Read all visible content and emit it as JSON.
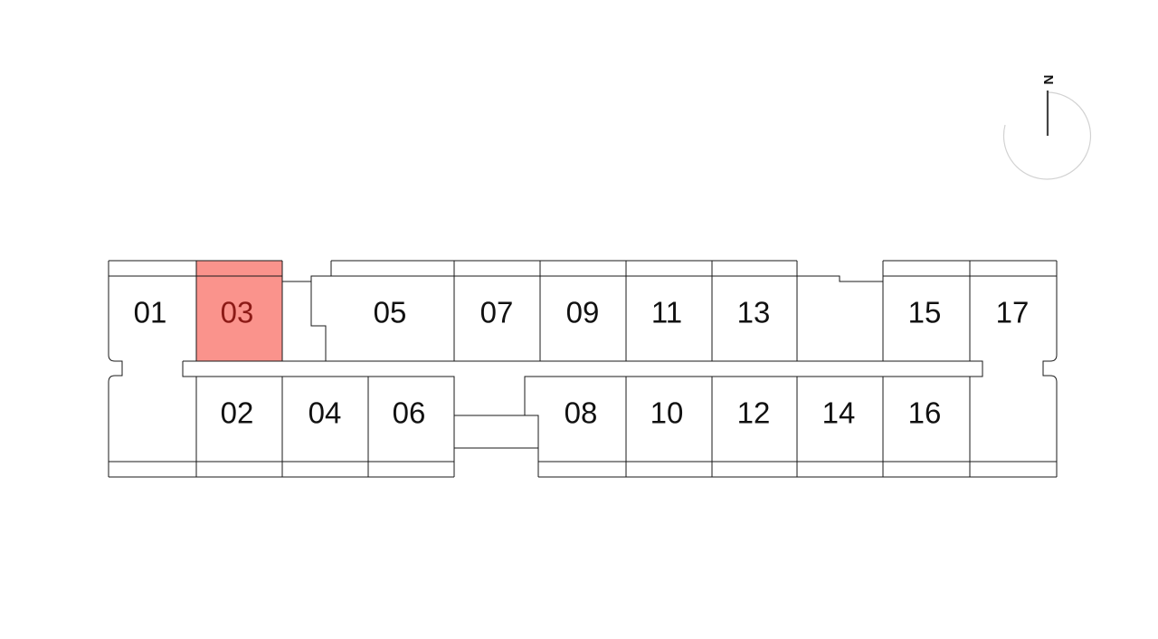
{
  "compass": {
    "north_label": "N",
    "icon": "north-arrow-icon"
  },
  "colors": {
    "highlight_fill": "#fa938c",
    "highlight_text": "#8c1a16",
    "line": "#1a1a1a",
    "compass_ring": "#d2d2d2"
  },
  "selected_unit": "03",
  "units_north": [
    {
      "label": "01"
    },
    {
      "label": "03"
    },
    {
      "label": "05"
    },
    {
      "label": "07"
    },
    {
      "label": "09"
    },
    {
      "label": "11"
    },
    {
      "label": "13"
    },
    {
      "label": "15"
    },
    {
      "label": "17"
    }
  ],
  "units_south": [
    {
      "label": "02"
    },
    {
      "label": "04"
    },
    {
      "label": "06"
    },
    {
      "label": "08"
    },
    {
      "label": "10"
    },
    {
      "label": "12"
    },
    {
      "label": "14"
    },
    {
      "label": "16"
    }
  ]
}
